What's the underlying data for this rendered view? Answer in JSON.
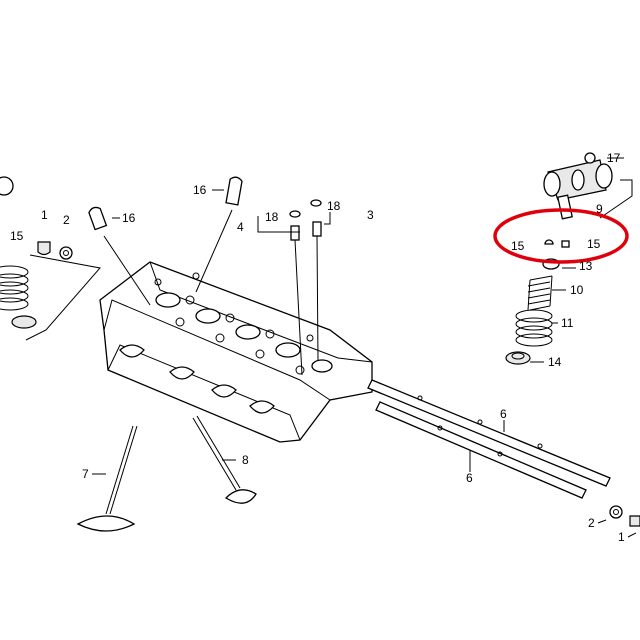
{
  "diagram": {
    "callouts": {
      "c1_left": "1",
      "c2_left": "2",
      "c15_left": "15",
      "c16_left": "16",
      "c16_top": "16",
      "c4": "4",
      "c18_a": "18",
      "c18_b": "18",
      "c3": "3",
      "c17": "17",
      "c9": "9",
      "c15_r1": "15",
      "c15_r2": "15",
      "c13": "13",
      "c10": "10",
      "c11": "11",
      "c14": "14",
      "c6_a": "6",
      "c6_b": "6",
      "c7": "7",
      "c8": "8",
      "c2_right": "2",
      "c1_right": "1"
    },
    "highlight_color": "#e0000b"
  }
}
